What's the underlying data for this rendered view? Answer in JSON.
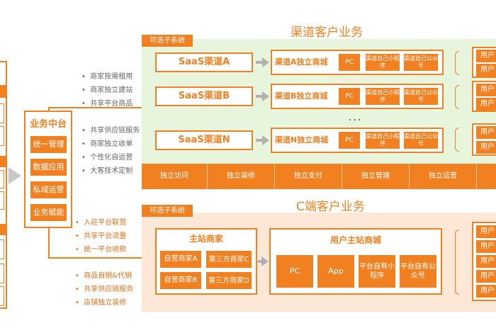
{
  "left_column": {},
  "middle_platform": {
    "title": "业务中台",
    "buttons": [
      "统一管理",
      "数据应用",
      "私域运营",
      "业务赋能"
    ]
  },
  "bullets_top": [
    "商家按需租用",
    "商家独立建站",
    "共享平台商品"
  ],
  "bullets_mid": [
    "共享供应链服务",
    "商家独立收单",
    "个性化自运营",
    "大客技术定制"
  ],
  "bullets_c1": [
    "入驻平台联营",
    "共享平台流量",
    "统一平台收款"
  ],
  "bullets_c2": [
    "商品自销&代销",
    "共享供应链服务",
    "店铺独立装修"
  ],
  "saas": {
    "title": "渠道客户业务",
    "tag": "可选子系统",
    "rows": [
      {
        "channel": "SaaS渠道A",
        "shop": "渠道A独立商城",
        "pc": "PC",
        "mini": "渠道自己小程序",
        "oa": "渠道自己公众号"
      },
      {
        "channel": "SaaS渠道B",
        "shop": "渠道B独立商城",
        "pc": "PC",
        "mini": "渠道自己小程序",
        "oa": "渠道自己公众号"
      },
      {
        "channel": "SaaS渠道N",
        "shop": "渠道N独立商城",
        "pc": "PC",
        "mini": "渠道自己小程序",
        "oa": "渠道自己公众号"
      }
    ],
    "dots": "...",
    "strip": [
      "独立访问",
      "独立装修",
      "独立支付",
      "独立管理",
      "独立运营"
    ]
  },
  "cend": {
    "title": "C端客户业务",
    "tag": "可选子系统",
    "main_merchant": {
      "title": "主站商家",
      "items": [
        "自营商家A",
        "第三方商家C",
        "自营商家B",
        "第三方商家D"
      ]
    },
    "user_shop": {
      "title": "用户主站商城",
      "items": [
        "PC",
        "App",
        "平台自有小程序",
        "平台自有公众号"
      ]
    }
  },
  "right_partial": {
    "saas_groups": [
      [
        "用户",
        "用户"
      ],
      [
        "用户",
        "用户"
      ],
      [
        "用户",
        "用户"
      ]
    ],
    "cend_group": [
      "用户",
      "用户",
      "用户",
      "用户",
      "用户"
    ]
  },
  "colors": {
    "accent": "#f08020",
    "green_bg": "#e6f5dc",
    "peach_bg": "#fde8d7"
  }
}
